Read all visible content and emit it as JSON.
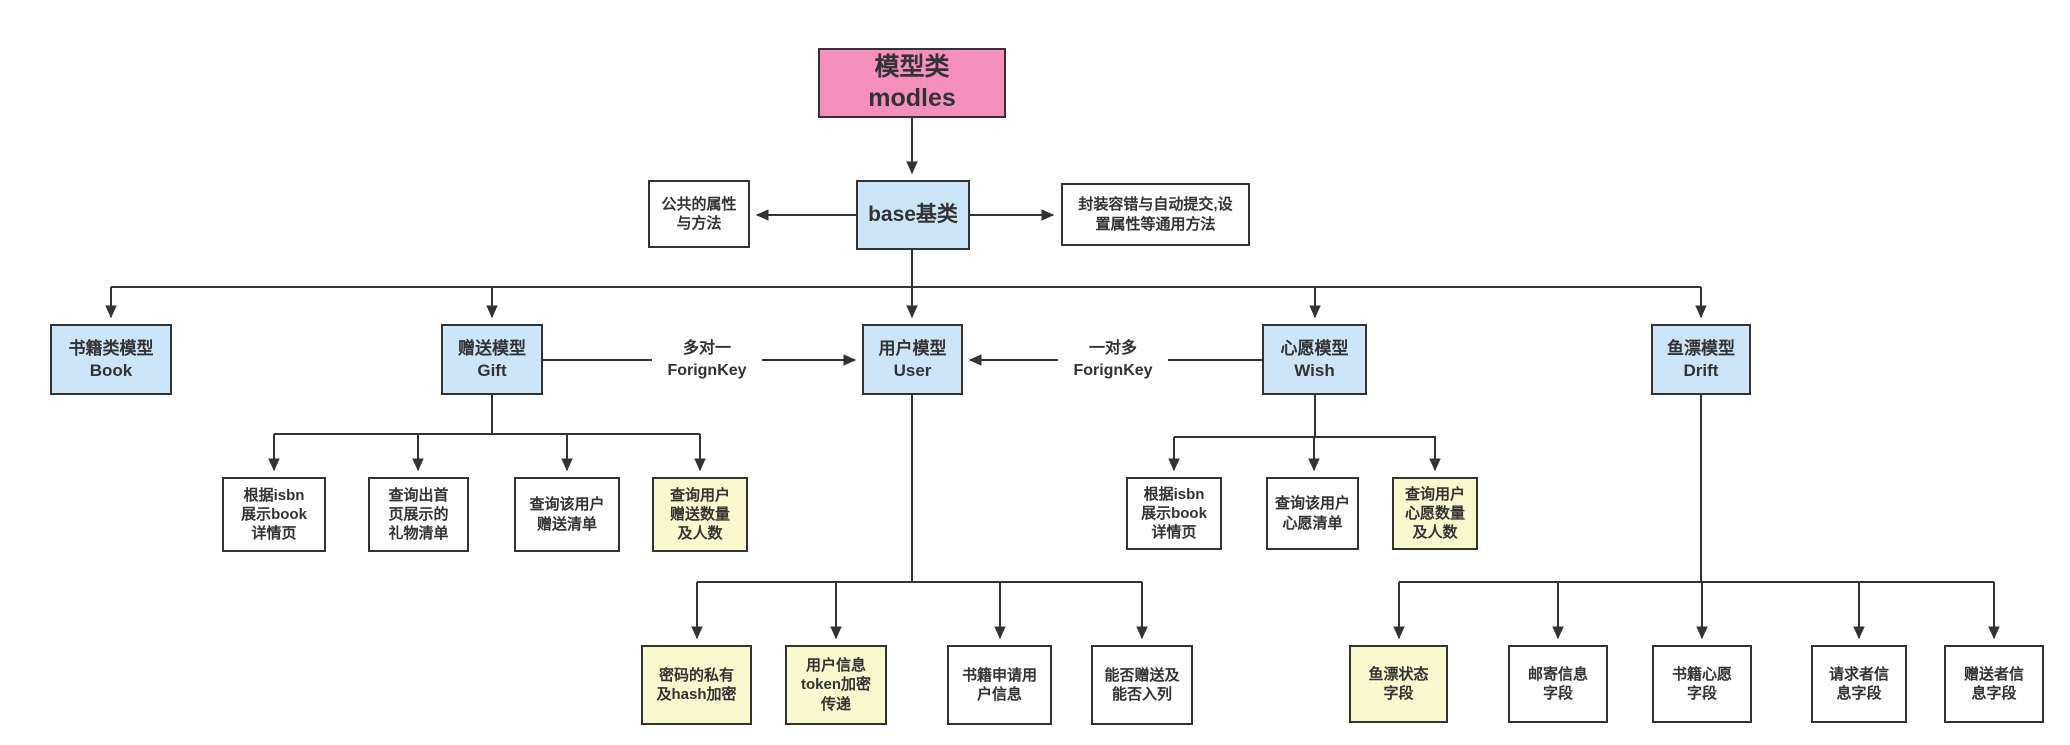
{
  "colors": {
    "root_fill": "#F78FBE",
    "model_fill": "#CDE5F8",
    "highlight_fill": "#FAF8CE",
    "plain_fill": "#FFFFFF",
    "border": "#333333",
    "line": "#333333",
    "text": "#333333",
    "background": "#FFFFFF"
  },
  "nodes": {
    "root": {
      "label": "模型类\nmodles"
    },
    "base": {
      "label": "base基类"
    },
    "note_left": {
      "label": "公共的属性\n与方法"
    },
    "note_right": {
      "label": "封装容错与自动提交,设\n置属性等通用方法"
    },
    "book": {
      "label": "书籍类模型\nBook"
    },
    "gift": {
      "label": "赠送模型\nGift"
    },
    "user": {
      "label": "用户模型\nUser"
    },
    "wish": {
      "label": "心愿模型\nWish"
    },
    "drift": {
      "label": "鱼漂模型\nDrift"
    },
    "gift_children": [
      {
        "label": "根据isbn\n展示book\n详情页",
        "highlight": false
      },
      {
        "label": "查询出首\n页展示的\n礼物清单",
        "highlight": false
      },
      {
        "label": "查询该用户\n赠送清单",
        "highlight": false
      },
      {
        "label": "查询用户\n赠送数量\n及人数",
        "highlight": true
      }
    ],
    "user_children": [
      {
        "label": "密码的私有\n及hash加密",
        "highlight": true
      },
      {
        "label": "用户信息\ntoken加密\n传递",
        "highlight": true
      },
      {
        "label": "书籍申请用\n户信息",
        "highlight": false
      },
      {
        "label": "能否赠送及\n能否入列",
        "highlight": false
      }
    ],
    "wish_children": [
      {
        "label": "根据isbn\n展示book\n详情页",
        "highlight": false
      },
      {
        "label": "查询该用户\n心愿清单",
        "highlight": false
      },
      {
        "label": "查询用户\n心愿数量\n及人数",
        "highlight": true
      }
    ],
    "drift_children": [
      {
        "label": "鱼漂状态\n字段",
        "highlight": true
      },
      {
        "label": "邮寄信息\n字段",
        "highlight": false
      },
      {
        "label": "书籍心愿\n字段",
        "highlight": false
      },
      {
        "label": "请求者信\n息字段",
        "highlight": false
      },
      {
        "label": "赠送者信\n息字段",
        "highlight": false
      }
    ]
  },
  "edge_labels": {
    "gift_to_user": "多对一\nForignKey",
    "wish_to_user": "一对多\nForignKey"
  }
}
